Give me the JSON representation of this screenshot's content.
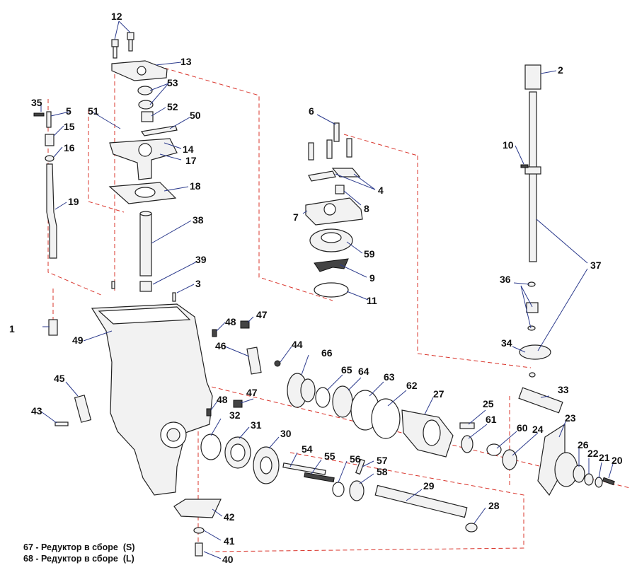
{
  "callouts": [
    "1",
    "2",
    "3",
    "4",
    "5",
    "6",
    "7",
    "8",
    "9",
    "10",
    "11",
    "12",
    "13",
    "14",
    "15",
    "16",
    "17",
    "18",
    "19",
    "20",
    "21",
    "22",
    "23",
    "24",
    "25",
    "26",
    "27",
    "28",
    "29",
    "30",
    "31",
    "32",
    "33",
    "34",
    "35",
    "36",
    "37",
    "38",
    "39",
    "40",
    "41",
    "42",
    "43",
    "44",
    "45",
    "46",
    "47",
    "47",
    "48",
    "48",
    "49",
    "50",
    "51",
    "52",
    "53",
    "54",
    "55",
    "56",
    "57",
    "58",
    "59",
    "60",
    "61",
    "62",
    "63",
    "64",
    "65",
    "66"
  ],
  "legend": [
    "67 - Редуктор в сборе  (S)",
    "68 - Редуктор в сборе  (L)"
  ],
  "colors": {
    "leader": "#2b3a8c",
    "centerline": "#d9342b",
    "ink": "#222222"
  }
}
